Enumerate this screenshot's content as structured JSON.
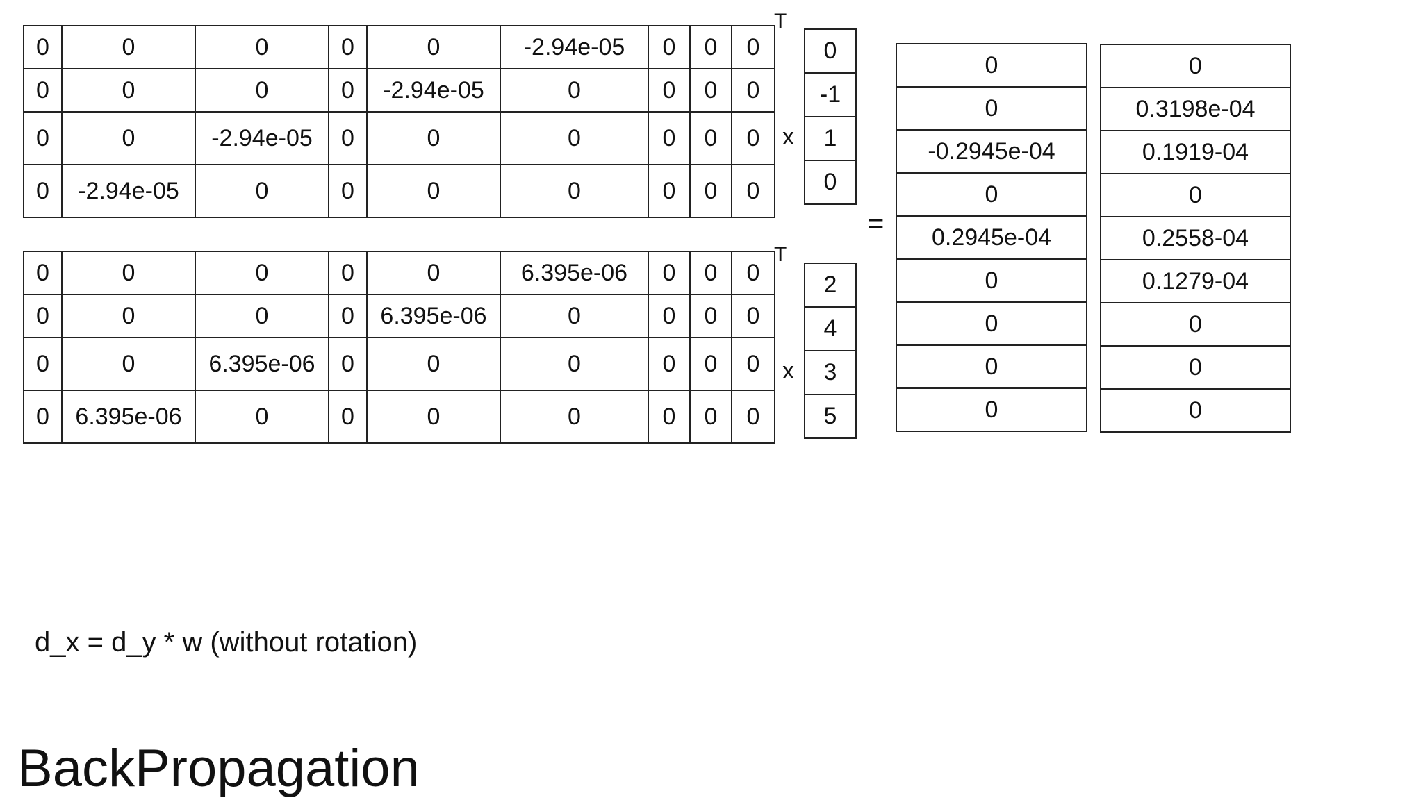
{
  "matrix_top": {
    "rows": [
      [
        "0",
        "0",
        "0",
        "0",
        "0",
        "-2.94e-05",
        "0",
        "0",
        "0"
      ],
      [
        "0",
        "0",
        "0",
        "0",
        "-2.94e-05",
        "0",
        "0",
        "0",
        "0"
      ],
      [
        "0",
        "0",
        "-2.94e-05",
        "0",
        "0",
        "0",
        "0",
        "0",
        "0"
      ],
      [
        "0",
        "-2.94e-05",
        "0",
        "0",
        "0",
        "0",
        "0",
        "0",
        "0"
      ]
    ],
    "transpose": "T"
  },
  "matrix_bottom": {
    "rows": [
      [
        "0",
        "0",
        "0",
        "0",
        "0",
        "6.395e-06",
        "0",
        "0",
        "0"
      ],
      [
        "0",
        "0",
        "0",
        "0",
        "6.395e-06",
        "0",
        "0",
        "0",
        "0"
      ],
      [
        "0",
        "0",
        "6.395e-06",
        "0",
        "0",
        "0",
        "0",
        "0",
        "0"
      ],
      [
        "0",
        "6.395e-06",
        "0",
        "0",
        "0",
        "0",
        "0",
        "0",
        "0"
      ]
    ],
    "transpose": "T"
  },
  "vector_top": [
    "0",
    "-1",
    "1",
    "0"
  ],
  "vector_bottom": [
    "2",
    "4",
    "3",
    "5"
  ],
  "times_symbol": "x",
  "equals_symbol": "=",
  "result_a": [
    "0",
    "0",
    "-0.2945e-04",
    "0",
    "0.2945e-04",
    "0",
    "0",
    "0",
    "0"
  ],
  "result_b": [
    "0",
    "0.3198e-04",
    "0.1919-04",
    "0",
    "0.2558-04",
    "0.1279-04",
    "0",
    "0",
    "0"
  ],
  "formula": "d_x = d_y * w (without rotation)",
  "title": "BackPropagation"
}
